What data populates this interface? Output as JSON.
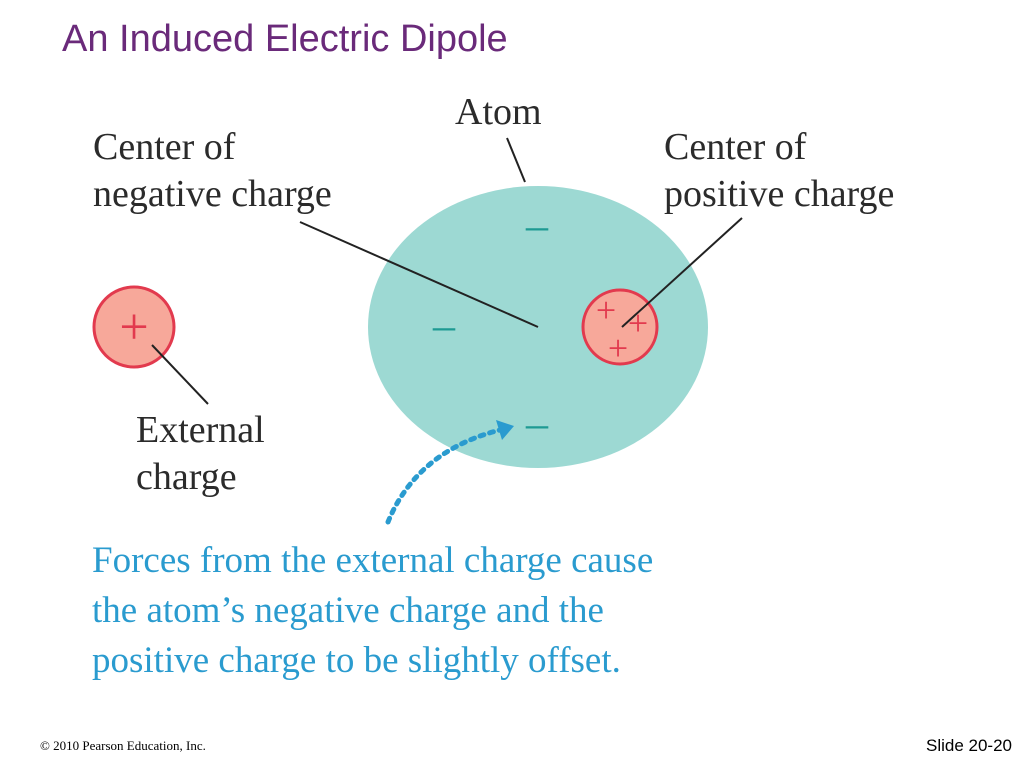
{
  "slide": {
    "title": "An Induced Electric Dipole",
    "footer_copyright": "© 2010 Pearson Education, Inc.",
    "footer_slide_number": "Slide 20-20"
  },
  "diagram": {
    "atom_label": "Atom",
    "negative_center_label": [
      "Center of",
      "negative charge"
    ],
    "positive_center_label": [
      "Center of",
      "positive charge"
    ],
    "external_charge_label": [
      "External",
      "charge"
    ],
    "external_charge_sign": "+",
    "positive_cluster_signs": [
      "+",
      "+",
      "+"
    ],
    "atom_negative_signs": [
      "–",
      "–",
      "–"
    ],
    "caption_lines": [
      "Forces from the external charge cause",
      "the atom’s negative charge and the",
      "positive charge to be slightly offset."
    ],
    "colors": {
      "title": "#6a2a7a",
      "atom_fill": "#9dd9d3",
      "charge_fill": "#f7a89a",
      "charge_stroke": "#e23a4e",
      "charge_sign": "#e23a4e",
      "negative_sign": "#1e9a93",
      "arrow": "#2a9bcf",
      "caption": "#2a9bcf",
      "leader_line": "#222222"
    }
  }
}
